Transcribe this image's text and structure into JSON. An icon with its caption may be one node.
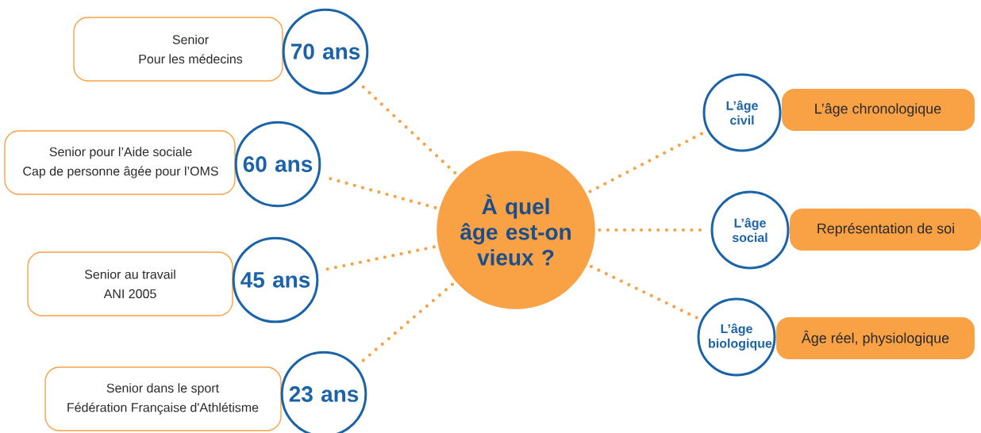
{
  "diagram": {
    "nodes": [
      {
        "text": [
          "À quel âge est-on vieux ?"
        ]
      },
      {
        "text": [
          "Senior",
          "Pour les médecins"
        ]
      },
      {
        "text": [
          "70 ans"
        ]
      },
      {
        "text": [
          "Senior pour l’Aide sociale",
          "Cap de personne âgée pour l’OMS"
        ]
      },
      {
        "text": [
          "60 ans"
        ]
      },
      {
        "text": [
          "Senior au travail",
          "ANI 2005"
        ]
      },
      {
        "text": [
          "45 ans"
        ]
      },
      {
        "text": [
          "Senior dans le sport",
          "Fédération Française d'Athlétisme"
        ]
      },
      {
        "text": [
          "23 ans"
        ]
      },
      {
        "text": [
          "L’âge civil"
        ]
      },
      {
        "text": [
          "L’âge chronologique"
        ]
      },
      {
        "text": [
          "L’âge social"
        ]
      },
      {
        "text": [
          "Représentation de soi"
        ]
      },
      {
        "text": [
          "L’âge biologique"
        ]
      },
      {
        "text": [
          "Âge réel, physiologique"
        ]
      }
    ],
    "edges": [
      {
        "from": 0,
        "to": 2,
        "arrow": "none"
      },
      {
        "from": 0,
        "to": 4,
        "arrow": "none"
      },
      {
        "from": 0,
        "to": 6,
        "arrow": "none"
      },
      {
        "from": 0,
        "to": 8,
        "arrow": "none"
      },
      {
        "from": 0,
        "to": 9,
        "arrow": "none"
      },
      {
        "from": 0,
        "to": 11,
        "arrow": "none"
      },
      {
        "from": 0,
        "to": 13,
        "arrow": "none"
      }
    ]
  }
}
